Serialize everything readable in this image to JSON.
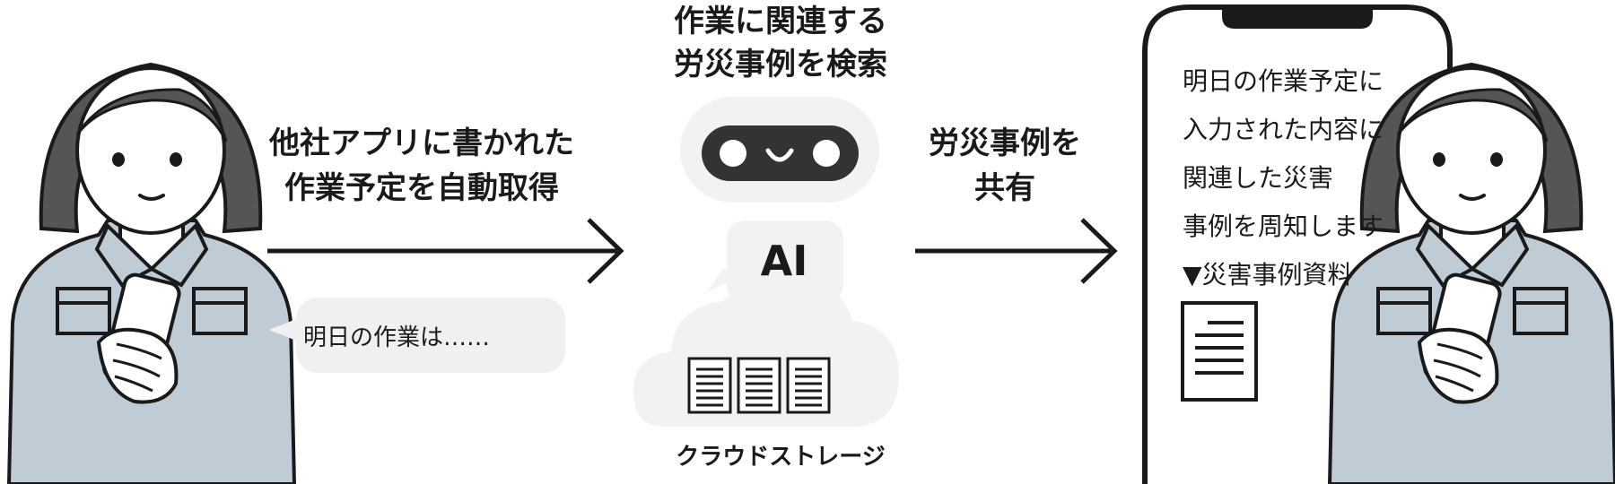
{
  "labels": {
    "fetch": [
      "他社アプリに書かれた",
      "作業予定を自動取得"
    ],
    "search": [
      "作業に関連する",
      "労災事例を検索"
    ],
    "share": [
      "労災事例を",
      "共有"
    ],
    "ai_badge": "AI",
    "cloud": "クラウドストレージ"
  },
  "speech_bubble": "明日の作業は……",
  "phone_screen": {
    "lines": [
      "明日の作業予定に",
      "入力された内容に",
      "関連した災害",
      "事例を周知します",
      "▼災害事例資料"
    ]
  },
  "colors": {
    "ink": "#1a1a1a",
    "uniform": "#bfccd6",
    "skin": "#ffffff",
    "hair": "#555555",
    "bubble": "#f0f0f0",
    "robot_head": "#f2f2f2",
    "robot_face": "#333333"
  },
  "icons": [
    "woman-worker-illustration",
    "smartphone-icon",
    "robot-icon",
    "cloud-icon",
    "document-icon",
    "arrow-right-icon"
  ]
}
